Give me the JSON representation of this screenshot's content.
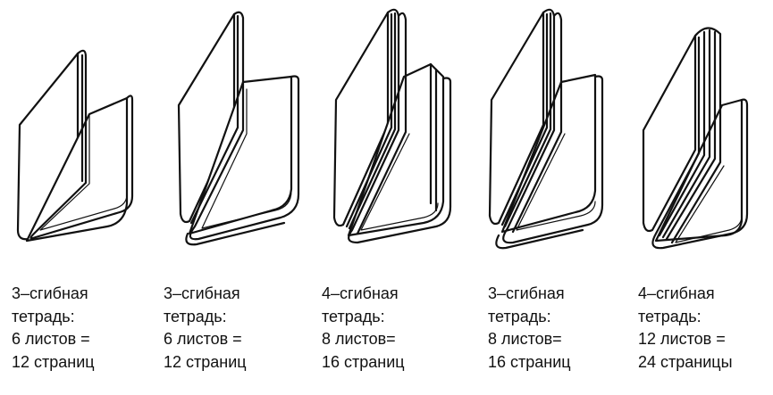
{
  "diagrams": [
    {
      "line1": "3–сгибная",
      "line2": "тетрадь:",
      "line3": "6 листов =",
      "line4": "12 страниц"
    },
    {
      "line1": "3–сгибная",
      "line2": "тетрадь:",
      "line3": "6 листов =",
      "line4": "12 страниц"
    },
    {
      "line1": "4–сгибная",
      "line2": "тетрадь:",
      "line3": "8 листов=",
      "line4": "16 страниц"
    },
    {
      "line1": "3–сгибная",
      "line2": "тетрадь:",
      "line3": "8 листов=",
      "line4": "16 страниц"
    },
    {
      "line1": "4–сгибная",
      "line2": "тетрадь:",
      "line3": "12 листов =",
      "line4": "24 страницы"
    }
  ]
}
